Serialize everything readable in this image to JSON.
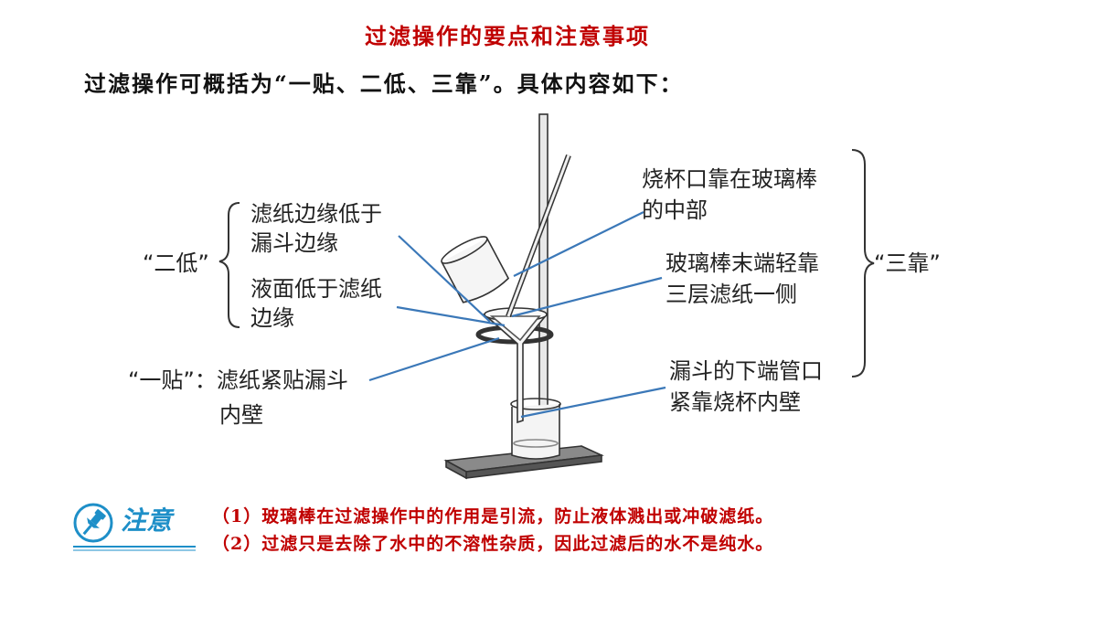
{
  "page": {
    "title": "过滤操作的要点和注意事项",
    "intro": "过滤操作可概括为“一贴、二低、三靠”。具体内容如下："
  },
  "diagram": {
    "group_two_low": "“二低”",
    "two_low_1a": "滤纸边缘低于",
    "two_low_1b": "漏斗边缘",
    "two_low_2a": "液面低于滤纸",
    "two_low_2b": "边缘",
    "one_stick_a": "“一贴”：滤纸紧贴漏斗",
    "one_stick_b": "内壁",
    "group_three_lean": "“三靠”",
    "three_lean_1a": "烧杯口靠在玻璃棒",
    "three_lean_1b": "的中部",
    "three_lean_2a": "玻璃棒末端轻靠",
    "three_lean_2b": "三层滤纸一侧",
    "three_lean_3a": "漏斗的下端管口",
    "three_lean_3b": "紧靠烧杯内壁"
  },
  "note": {
    "label": "注意",
    "item1": "（1）玻璃棒在过滤操作中的作用是引流，防止液体溅出或冲破滤纸。",
    "item2": "（2）过滤只是去除了水中的不溶性杂质，因此过滤后的水不是纯水。"
  },
  "colors": {
    "title": "#c00000",
    "note_text": "#c00000",
    "accent_blue": "#1e8fc8",
    "pointer_line": "#3b78b8"
  },
  "icons": [
    "pin-icon"
  ]
}
